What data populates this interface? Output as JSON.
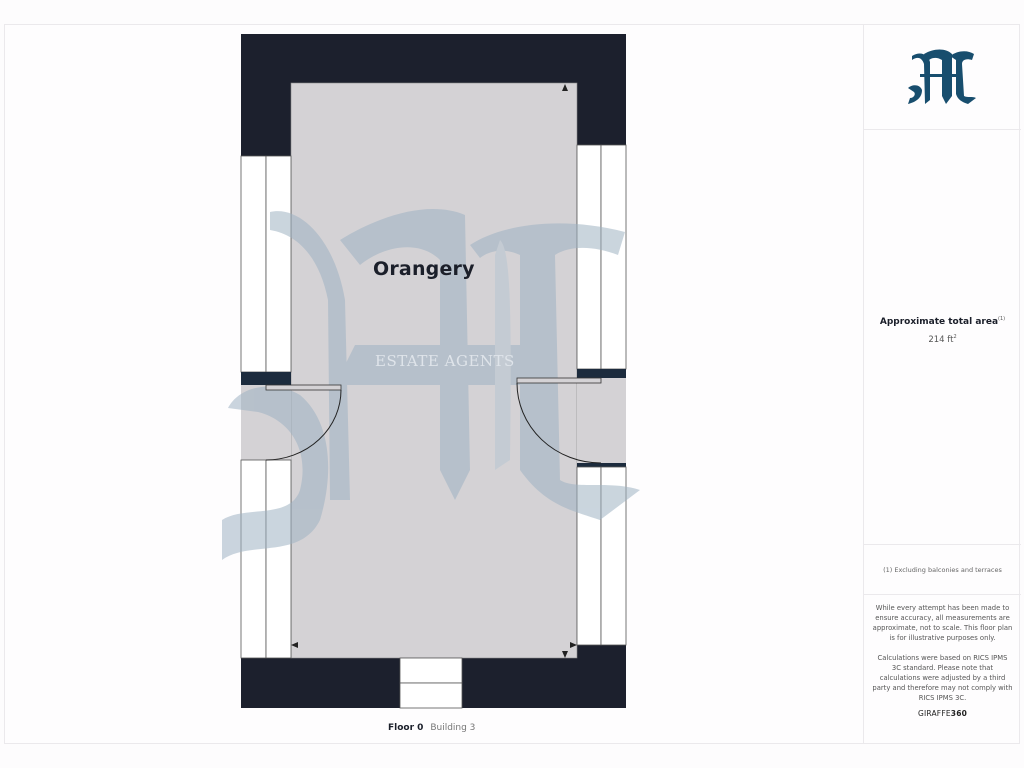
{
  "plan": {
    "room_label": "Orangery",
    "watermark_text": "ESTATE AGENTS",
    "floor_label": "Floor 0",
    "building_label": "Building 3"
  },
  "sidebar": {
    "logo_icon": "gothic-m-logo",
    "area_title": "Approximate total area",
    "area_footnote_marker": "(1)",
    "area_value": "214 ft",
    "area_unit_sup": "2",
    "note": "(1) Excluding balconies and terraces",
    "disclaimer_1": "While every attempt has been made to ensure accuracy, all measurements are approximate, not to scale. This floor plan is for illustrative purposes only.",
    "disclaimer_2": "Calculations were based on RICS IPMS 3C standard. Please note that calculations were adjusted by a third party and therefore may not comply with RICS IPMS 3C.",
    "brand_prefix": "GIRAFFE",
    "brand_suffix": "360"
  },
  "colors": {
    "wall": "#1c202d",
    "floor": "#d4d2d5",
    "watermark": "#9fb3c3",
    "logo": "#184e6e",
    "window": "#ffffff"
  }
}
